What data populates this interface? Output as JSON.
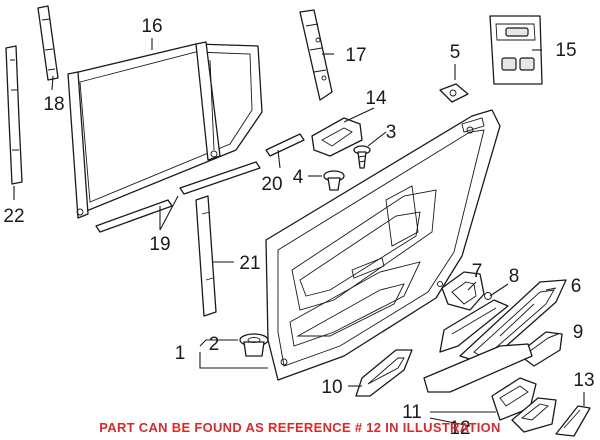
{
  "callouts": [
    "1",
    "2",
    "3",
    "4",
    "5",
    "6",
    "7",
    "8",
    "9",
    "10",
    "11",
    "12",
    "13",
    "14",
    "15",
    "16",
    "17",
    "18",
    "19",
    "20",
    "21",
    "22"
  ],
  "footer_note": "PART CAN BE FOUND AS REFERENCE # 12 IN ILLUSTRATION",
  "colors": {
    "line": "#1a1a1a",
    "note": "#d42b2b",
    "background": "#ffffff"
  }
}
